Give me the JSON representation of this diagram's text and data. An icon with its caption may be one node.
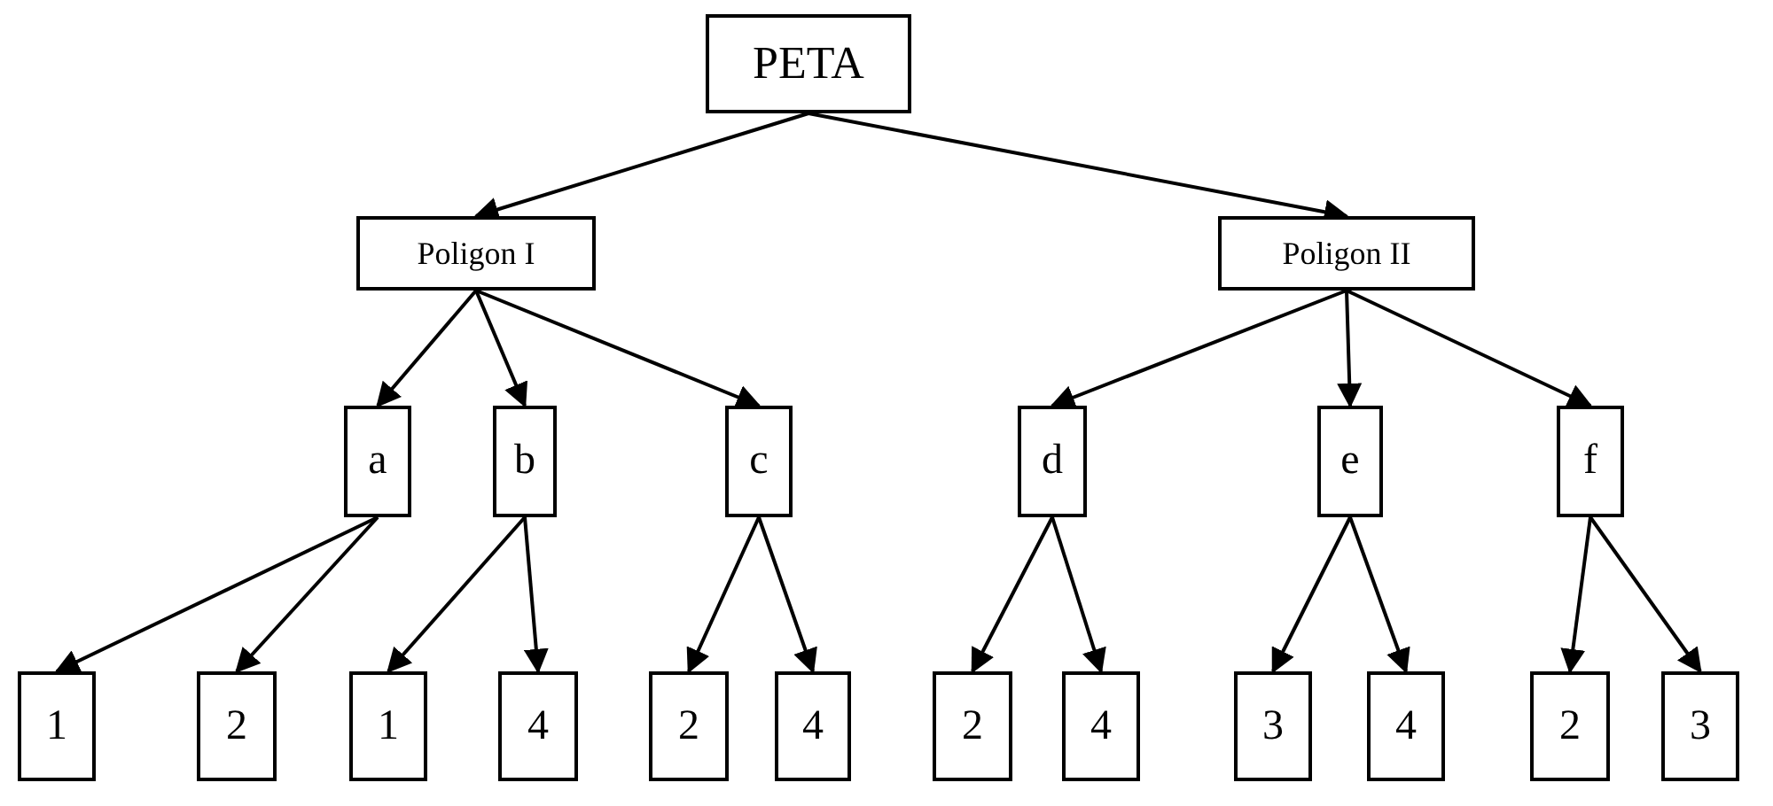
{
  "diagram": {
    "nodes": [
      {
        "text": [
          "PETA"
        ]
      },
      {
        "text": [
          "Poligon I"
        ]
      },
      {
        "text": [
          "Poligon II"
        ]
      },
      {
        "text": [
          "a"
        ]
      },
      {
        "text": [
          "b"
        ]
      },
      {
        "text": [
          "c"
        ]
      },
      {
        "text": [
          "d"
        ]
      },
      {
        "text": [
          "e"
        ]
      },
      {
        "text": [
          "f"
        ]
      },
      {
        "text": [
          "1"
        ]
      },
      {
        "text": [
          "2"
        ]
      },
      {
        "text": [
          "1"
        ]
      },
      {
        "text": [
          "4"
        ]
      },
      {
        "text": [
          "2"
        ]
      },
      {
        "text": [
          "4"
        ]
      },
      {
        "text": [
          "2"
        ]
      },
      {
        "text": [
          "4"
        ]
      },
      {
        "text": [
          "3"
        ]
      },
      {
        "text": [
          "4"
        ]
      },
      {
        "text": [
          "2"
        ]
      },
      {
        "text": [
          "3"
        ]
      }
    ],
    "edges": [
      {
        "from": 0,
        "to": 1,
        "arrow": "to"
      },
      {
        "from": 0,
        "to": 2,
        "arrow": "to"
      },
      {
        "from": 1,
        "to": 3,
        "arrow": "to"
      },
      {
        "from": 1,
        "to": 4,
        "arrow": "to"
      },
      {
        "from": 1,
        "to": 5,
        "arrow": "to"
      },
      {
        "from": 2,
        "to": 6,
        "arrow": "to"
      },
      {
        "from": 2,
        "to": 7,
        "arrow": "to"
      },
      {
        "from": 2,
        "to": 8,
        "arrow": "to"
      },
      {
        "from": 3,
        "to": 9,
        "arrow": "to"
      },
      {
        "from": 3,
        "to": 10,
        "arrow": "to"
      },
      {
        "from": 4,
        "to": 11,
        "arrow": "to"
      },
      {
        "from": 4,
        "to": 12,
        "arrow": "to"
      },
      {
        "from": 5,
        "to": 13,
        "arrow": "to"
      },
      {
        "from": 5,
        "to": 14,
        "arrow": "to"
      },
      {
        "from": 6,
        "to": 15,
        "arrow": "to"
      },
      {
        "from": 6,
        "to": 16,
        "arrow": "to"
      },
      {
        "from": 7,
        "to": 17,
        "arrow": "to"
      },
      {
        "from": 7,
        "to": 18,
        "arrow": "to"
      },
      {
        "from": 8,
        "to": 19,
        "arrow": "to"
      },
      {
        "from": 8,
        "to": 20,
        "arrow": "to"
      }
    ]
  }
}
